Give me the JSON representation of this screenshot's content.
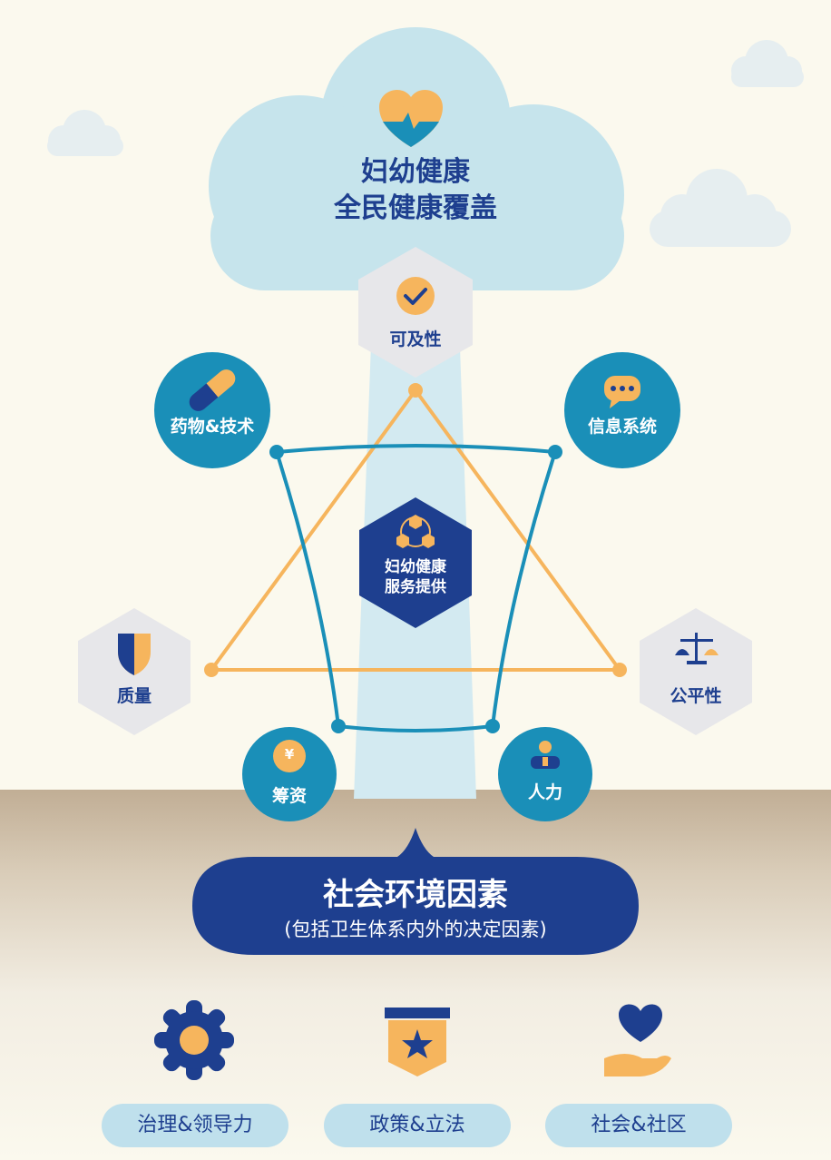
{
  "top": {
    "line1": "妇幼健康",
    "line2": "全民健康覆盖"
  },
  "center": {
    "line1": "妇幼健康",
    "line2": "服务提供"
  },
  "nodes": {
    "access": "可及性",
    "medicine": "药物&技术",
    "info": "信息系统",
    "quality": "质量",
    "equity": "公平性",
    "finance": "筹资",
    "finance_symbol": "¥",
    "workforce": "人力"
  },
  "bubble": {
    "title": "社会环境因素",
    "subtitle": "(包括卫生体系内外的决定因素)"
  },
  "pillars": [
    {
      "label": "治理&领导力",
      "icon": "gear-icon"
    },
    {
      "label": "政策&立法",
      "icon": "star-shield-icon"
    },
    {
      "label": "社会&社区",
      "icon": "heart-hand-icon"
    }
  ],
  "colors": {
    "navy": "#1e3f8f",
    "teal": "#1a8fb8",
    "orange": "#f6b55d",
    "light_blue": "#bfe0ec",
    "gray": "#e7e7ea"
  }
}
